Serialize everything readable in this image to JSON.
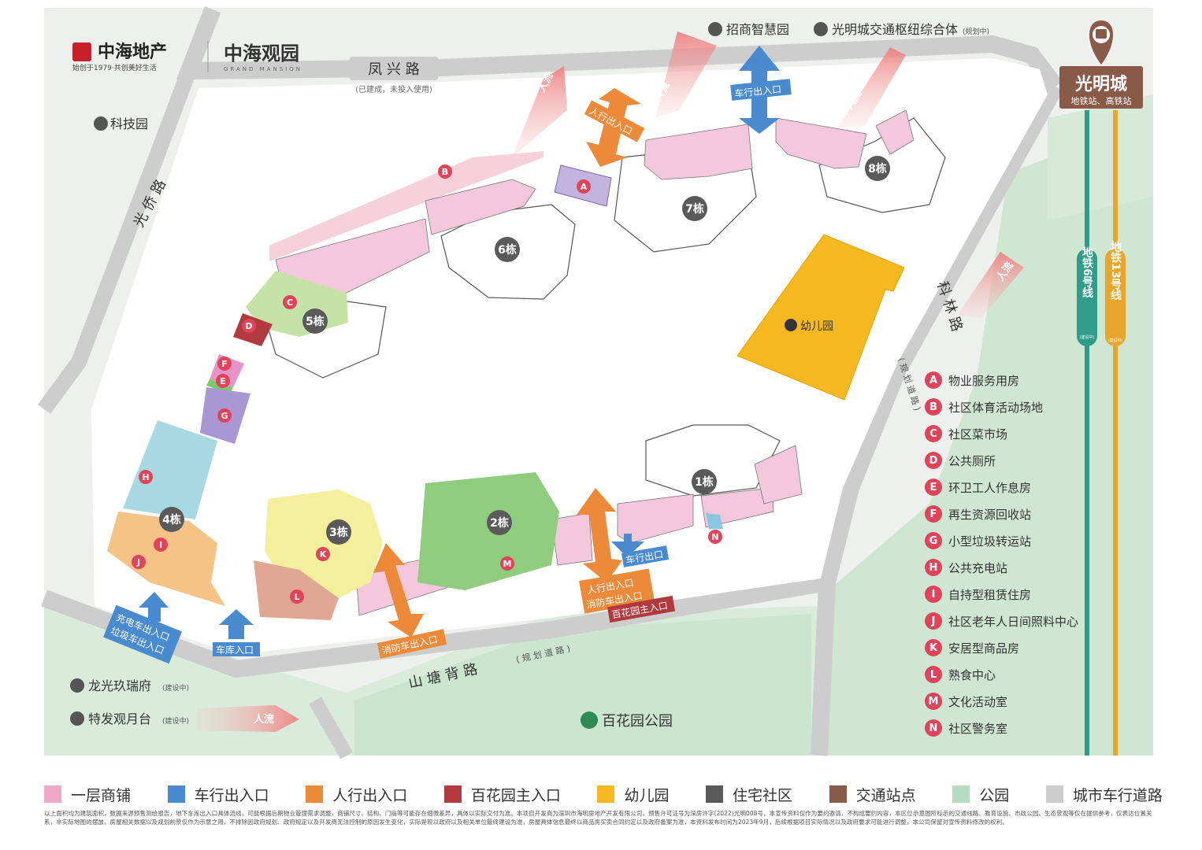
{
  "brand": {
    "company_name": "中海地产",
    "company_slogan": "始创于1979·共创美好生活",
    "project_name": "中海观园",
    "project_name_en": "GRAND MANSION"
  },
  "roads": {
    "fengxing": "凤 兴 路",
    "fengxing_note": "(已建成，未投入使用)",
    "guangqiao": "光 侨 路",
    "kelin": "科 林 路",
    "kelin_note": "( 规 划 道 路 )",
    "shantangbei": "山 塘 背 路",
    "shantangbei_note": "( 规 划 道 路 )"
  },
  "places": {
    "zhaoshang": "招商智慧园",
    "hub": "光明城交通枢纽综合体",
    "hub_note": "(规划中)",
    "kejiyuan": "科技园",
    "longguang": "龙光玖瑞府",
    "longguang_note": "(建设中)",
    "tefa": "特发观月台",
    "tefa_note": "(建设中)",
    "park": "百花园公园",
    "kindergarten": "幼儿园"
  },
  "station": {
    "name": "光明城",
    "subtitle": "地铁站、高铁站",
    "line6": "地铁6号线",
    "line6_note": "(建设中)",
    "line13": "地铁13号线",
    "line13_note": "(建设中)"
  },
  "buildings": {
    "b1": "1栋",
    "b2": "2栋",
    "b3": "3栋",
    "b4": "4栋",
    "b5": "5栋",
    "b6": "6栋",
    "b7": "7栋",
    "b8": "8栋"
  },
  "flows": {
    "renliu": "人流",
    "ren_entry": "人行出入口",
    "car_entry": "车行出入口",
    "car_exit": "车行出口",
    "ren_fire_1": "人行出入口",
    "ren_fire_2": "消防车出入口",
    "baihua_main": "百花园主入口",
    "fire_entry": "消防车出入口",
    "charging_1": "充电车出入口",
    "charging_2": "垃圾车出入口",
    "garage": "车库入口"
  },
  "keys": [
    {
      "letter": "A",
      "label": "物业服务用房"
    },
    {
      "letter": "B",
      "label": "社区体育活动场地"
    },
    {
      "letter": "C",
      "label": "社区菜市场"
    },
    {
      "letter": "D",
      "label": "公共厕所"
    },
    {
      "letter": "E",
      "label": "环卫工人作息房"
    },
    {
      "letter": "F",
      "label": "再生资源回收站"
    },
    {
      "letter": "G",
      "label": "小型垃圾转运站"
    },
    {
      "letter": "H",
      "label": "公共充电站"
    },
    {
      "letter": "I",
      "label": "自持型租赁住房"
    },
    {
      "letter": "J",
      "label": "社区老年人日间照料中心"
    },
    {
      "letter": "K",
      "label": "安居型商品房"
    },
    {
      "letter": "L",
      "label": "熟食中心"
    },
    {
      "letter": "M",
      "label": "文化活动室"
    },
    {
      "letter": "N",
      "label": "社区警务室"
    }
  ],
  "legend": [
    {
      "label": "一层商铺",
      "color": "#f0a8c8"
    },
    {
      "label": "车行出入口",
      "color": "#4a8bd0"
    },
    {
      "label": "人行出入口",
      "color": "#ec8a3a"
    },
    {
      "label": "百花园主入口",
      "color": "#b03a3e"
    },
    {
      "label": "幼儿园",
      "color": "#f5b820"
    },
    {
      "label": "住宅社区",
      "color": "#5a5a5a"
    },
    {
      "label": "交通站点",
      "color": "#8a5a48"
    },
    {
      "label": "公园",
      "color": "#b6dcc0"
    },
    {
      "label": "城市车行道路",
      "color": "#cccccc"
    }
  ],
  "disclaimer": "以上面积均为建筑面积，数据来源预售测绘报告，地下车库出入口具体流线，可能根据后期物业管理需求调整，商铺尺寸、结构、门扇等可能存在细微差异，具体以实际交付为准。本项目开发商为深圳市海明房地产开发有限公司，预售许可证号为深房许字(2022)光明008号，本宣传资料仅作为要约邀请，不构成要约内容，本区位示意图所标示的交通线路、教育设施、市政公园、生态景观等仅在提供参考，仅表达位置关系，非实际地图的摆放，房屋相关数据以及规划前景仅作为示意之用，不排除因政府规划、政府规定以及开发商无法控制的原因发生变化，实际是现以政府以及相关单位最终建设为准，房屋具体信息最终以商品房买卖合同约定以及政府备案为准，本资料发布时间为2023年9月，后续根据项目实际情况以及政府要求可能进行调整，本公司保留对宣传资料修改的权利。"
}
